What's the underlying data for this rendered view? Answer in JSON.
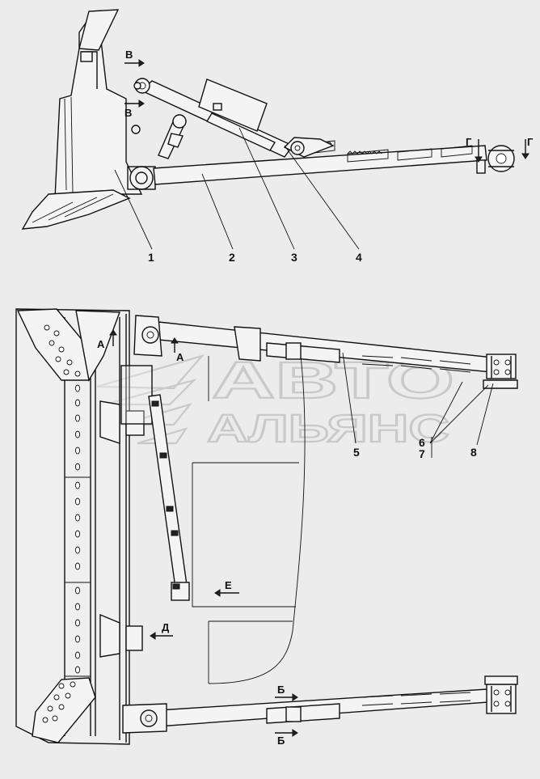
{
  "callouts": {
    "c1": "1",
    "c2": "2",
    "c3": "3",
    "c4": "4",
    "c5": "5",
    "c6": "6",
    "c7": "7",
    "c8": "8"
  },
  "sections": {
    "v_top": "В",
    "v_bottom": "В",
    "g_left": "Г",
    "g_right": "Г",
    "a_left": "А",
    "a_right": "А",
    "e": "Е",
    "d": "Д",
    "b_top": "Б",
    "b_bottom": "Б"
  },
  "watermark": {
    "line1": "АВТО",
    "line2": "АЛЬЯНС"
  },
  "colors": {
    "background": "#ececec",
    "line": "#111111",
    "watermark": "#c9c9c9"
  }
}
